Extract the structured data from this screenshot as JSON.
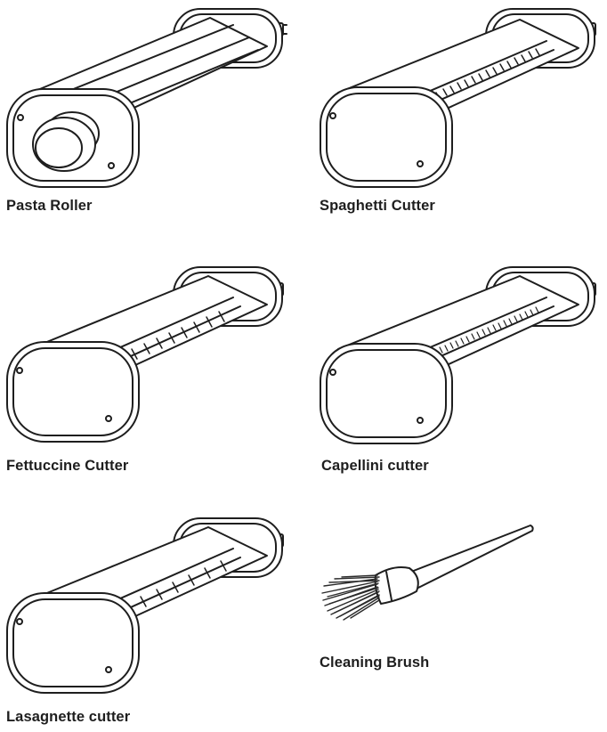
{
  "colors": {
    "line": "#1e1e1e",
    "fill": "#ffffff",
    "bristle": "#2a2a2a"
  },
  "items": [
    {
      "id": "pasta-roller",
      "label": "Pasta Roller",
      "icon": "pasta-roller-icon"
    },
    {
      "id": "spaghetti-cutter",
      "label": "Spaghetti Cutter",
      "icon": "spaghetti-cutter-icon"
    },
    {
      "id": "fettuccine-cutter",
      "label": "Fettuccine Cutter",
      "icon": "fettuccine-cutter-icon"
    },
    {
      "id": "capellini-cutter",
      "label": "Capellini cutter",
      "icon": "capellini-cutter-icon"
    },
    {
      "id": "lasagnette-cutter",
      "label": "Lasagnette cutter",
      "icon": "lasagnette-cutter-icon"
    },
    {
      "id": "cleaning-brush",
      "label": "Cleaning Brush",
      "icon": "cleaning-brush-icon"
    }
  ]
}
